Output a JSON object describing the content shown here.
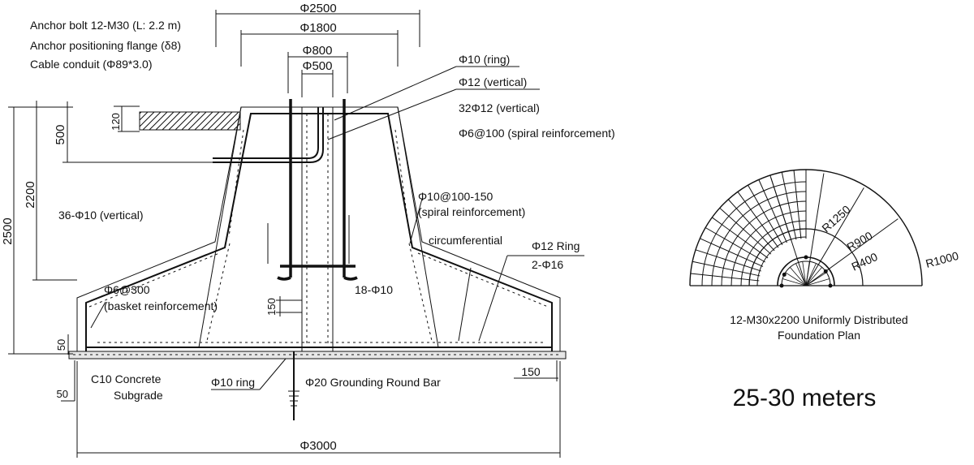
{
  "notes": {
    "anchor_bolt": "Anchor bolt 12-M30 (L: 2.2 m)",
    "flange": "Anchor positioning flange (δ8)",
    "conduit": "Cable conduit (Φ89*3.0)"
  },
  "dims": {
    "d2500": "Φ2500",
    "d1800": "Φ1800",
    "d800": "Φ800",
    "d500": "Φ500",
    "d3000": "Φ3000",
    "h2500": "2500",
    "h2200": "2200",
    "h500": "500",
    "h120": "120",
    "h150_left": "150",
    "h50_top": "50",
    "h50_bottom": "50",
    "w150_right": "150"
  },
  "callouts": {
    "ring10": "Φ10 (ring)",
    "vert12": "Φ12 (vertical)",
    "vert32": "32Φ12 (vertical)",
    "spiral6": "Φ6@100 (spiral reinforcement)",
    "vert36": "36-Φ10 (vertical)",
    "spiral10_1": "Φ10@100-150",
    "spiral10_2": "(spiral reinforcement)",
    "circum": "circumferential",
    "ring12": "Φ12 Ring",
    "two16": "2-Φ16",
    "basket1": "Φ6@300",
    "basket2": "(basket reinforcement)",
    "eighteen": "18-Φ10",
    "concrete1": "C10 Concrete",
    "concrete2": "Subgrade",
    "ring10b": "Φ10 ring",
    "ground": "Φ20 Grounding Round Bar"
  },
  "plan": {
    "r1250": "R1250",
    "r900": "R900",
    "r400": "R400",
    "r1000": "R1000",
    "caption1": "12-M30x2200 Uniformly Distributed",
    "caption2": "Foundation Plan"
  },
  "height_range": "25-30 meters"
}
